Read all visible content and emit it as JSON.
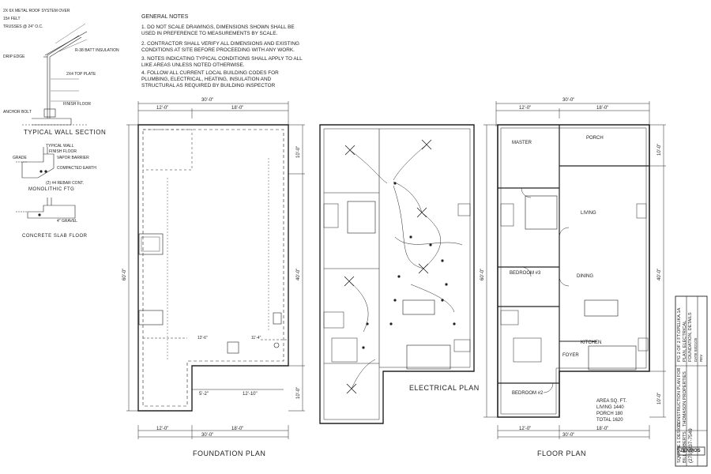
{
  "general_notes": {
    "title": "GENERAL NOTES",
    "items": [
      "1. DO NOT SCALE DRAWINGS, DIMENSIONS SHOWN SHALL BE USED IN PREFERENCE TO MEASUREMENTS BY SCALE.",
      "2. CONTRACTOR SHALL VERIFY ALL DIMENSIONS AND EXISTING CONDITIONS AT SITE BEFORE PROCEEDING WITH ANY WORK.",
      "3. NOTES INDICATING TYPICAL CONDITIONS SHALL APPLY TO ALL LIKE AREAS UNLESS NOTED OTHERWISE.",
      "4. FOLLOW ALL CURRENT LOCAL BUILDING CODES FOR PLUMBING, ELECTRICAL, HEATING, INSULATION AND STRUCTURAL AS REQUIRED BY BUILDING INSPECTOR"
    ]
  },
  "details": {
    "wall_section": "TYPICAL WALL SECTION",
    "monolithic": "MONOLITHIC FTG",
    "slab": "CONCRETE SLAB FLOOR",
    "labels": {
      "typical_wall": "TYPICAL WALL",
      "finish_floor": "FINISH FLOOR",
      "vapor_barrier": "VAPOR BARRIER",
      "grade": "GRADE",
      "compacted": "COMPACTED EARTH",
      "rebar": "(2) #4 REBAR CONT.",
      "gravel": "4\" GRAVEL"
    },
    "wall_callouts": [
      "2X 6X METAL ROOF SYSTEM OVER",
      "15# FELT",
      "TRUSSES @ 24\" O.C.",
      "R-38 BATT INSULATION",
      "DRIP EDGE",
      "2X4 TOP PLATE",
      "FINISH FLOOR",
      "ANCHOR BOLT"
    ]
  },
  "foundation": {
    "caption": "FOUNDATION PLAN",
    "top_total": "30'-0\"",
    "top_left": "12'-0\"",
    "top_right": "18'-0\"",
    "bottom_total": "30'-0\"",
    "bottom_left": "12'-0\"",
    "bottom_right": "18'-0\"",
    "left_total": "60'-0\"",
    "right_top": "10'-0\"",
    "right_mid": "40'-0\"",
    "right_bottom": "10'-0\"",
    "inner_a": "5'-2\"",
    "inner_b": "12'-10\"",
    "inner_c": "12'-6\"",
    "inner_d": "11'-4\""
  },
  "electrical": {
    "caption": "ELECTRICAL PLAN"
  },
  "floor": {
    "caption": "FLOOR PLAN",
    "top_total": "30'-0\"",
    "top_left": "12'-0\"",
    "top_right": "18'-0\"",
    "bottom_total": "30'-0\"",
    "bottom_left": "12'-0\"",
    "bottom_right": "18'-0\"",
    "left_total": "60'-0\"",
    "right_top": "10'-0\"",
    "right_mid": "40'-0\"",
    "right_bottom": "10'-0\"",
    "rooms": {
      "master": "MASTER",
      "porch": "PORCH",
      "living": "LIVING",
      "bedroom3": "BEDROOM #3",
      "dining": "DINING",
      "kitchen": "KITCHEN",
      "foyer": "FOYER",
      "bedroom2": "BEDROOM #2"
    },
    "area": {
      "title": "AREA   SQ. FT.",
      "living": "LIVING  1440",
      "porch": "PORCH   180",
      "total": "TOTAL  1620"
    }
  },
  "title_block": {
    "company": "SQUARE 1 DESIGN",
    "designer": "BILL ROBERTS",
    "phone": "(276) 237-7549",
    "project": "CONSTRUCTION PLAN FOR",
    "client": "THOMASON PROPERTIES",
    "sheet": "PG 2 OF 2  FT.OPELIKA.1A",
    "contents": "PLAN, ELECTRICAL",
    "contents2": "FOUNDATION, DETAILS",
    "date": "DATE 03/21/25",
    "rev": "REV",
    "logo": "ZENMOS"
  }
}
